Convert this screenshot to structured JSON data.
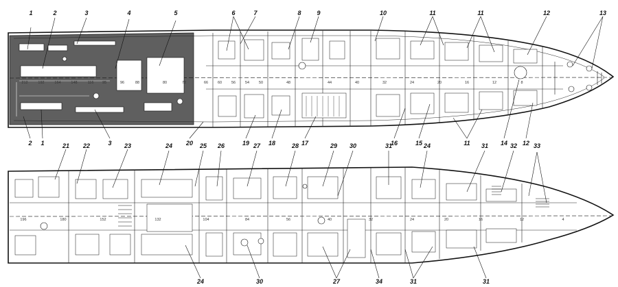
{
  "colors": {
    "line": "#111111",
    "deck": "#ffffff",
    "flight_deck": "#5f5f5f",
    "ink": "#111111"
  },
  "upper_deck": {
    "callouts_top": [
      "1",
      "2",
      "3",
      "4",
      "5",
      "6",
      "7",
      "8",
      "9",
      "10",
      "11",
      "11",
      "12",
      "13"
    ],
    "callouts_bottom": [
      "2",
      "1",
      "3",
      "20",
      "19",
      "18",
      "17",
      "16",
      "15",
      "11",
      "14",
      "12"
    ],
    "frame_numbers": [
      "212",
      "192",
      "164",
      "148",
      "116",
      "95",
      "96",
      "88",
      "80",
      "72",
      "66",
      "60",
      "56",
      "54",
      "50",
      "48",
      "44",
      "40",
      "32",
      "24",
      "20",
      "16",
      "12",
      "8"
    ]
  },
  "lower_deck": {
    "callouts_top": [
      "21",
      "22",
      "23",
      "24",
      "25",
      "26",
      "27",
      "28",
      "29",
      "30",
      "31",
      "24",
      "31",
      "32",
      "33"
    ],
    "callouts_bottom": [
      "24",
      "30",
      "27",
      "34",
      "31",
      "31"
    ],
    "frame_numbers": [
      "196",
      "180",
      "152",
      "132",
      "104",
      "84",
      "56",
      "40",
      "32",
      "24",
      "20",
      "16",
      "12",
      "4"
    ]
  }
}
